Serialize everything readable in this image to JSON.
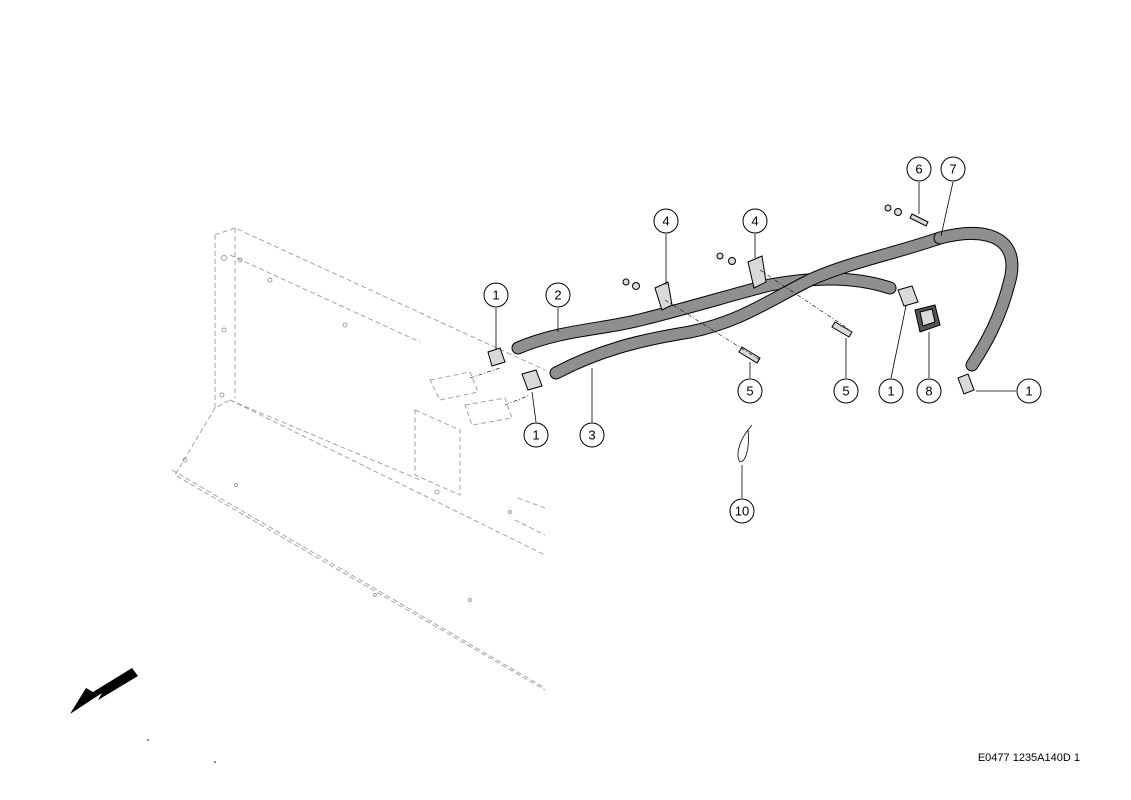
{
  "callouts": [
    {
      "label": "1"
    },
    {
      "label": "2"
    },
    {
      "label": "1"
    },
    {
      "label": "3"
    },
    {
      "label": "4"
    },
    {
      "label": "4"
    },
    {
      "label": "5"
    },
    {
      "label": "5"
    },
    {
      "label": "6"
    },
    {
      "label": "7"
    },
    {
      "label": "1"
    },
    {
      "label": "8"
    },
    {
      "label": "1"
    },
    {
      "label": "10"
    }
  ],
  "drawing_reference": "E0477 1235A140D 1",
  "colors": {
    "hose": "#8f8f8f",
    "outline": "#000000",
    "frame": "#9a9a9a"
  },
  "icons": {
    "direction": "arrow-direction-icon"
  }
}
